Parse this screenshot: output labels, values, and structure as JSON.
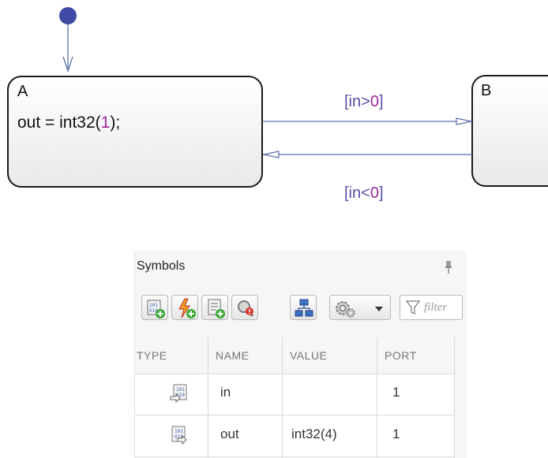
{
  "chart": {
    "states": [
      {
        "id": "A",
        "name": "A",
        "action_prefix": "out = int32(",
        "action_value": "1",
        "action_suffix": ");"
      },
      {
        "id": "B",
        "name": "B"
      }
    ],
    "transitions": [
      {
        "from": "A",
        "to": "B",
        "label_open": "[in>",
        "label_value": "0",
        "label_close": "]"
      },
      {
        "from": "B",
        "to": "A",
        "label_open": "[in<",
        "label_value": "0",
        "label_close": "]"
      }
    ],
    "colors": {
      "transition": "#5b6fa8",
      "default_dot": "#3f4aa5",
      "literal": "#a2289c",
      "condition": "#5a4ea8"
    }
  },
  "symbols_panel": {
    "title": "Symbols",
    "toolbar": {
      "buttons": [
        "add-data-icon",
        "add-event-icon",
        "add-message-icon",
        "resolve-undefined-icon",
        "hierarchy-icon",
        "settings-icon"
      ],
      "filter_placeholder": "filter"
    },
    "table": {
      "headers": [
        "TYPE",
        "NAME",
        "VALUE",
        "PORT"
      ],
      "rows": [
        {
          "type_icon": "input-data-icon",
          "name": "in",
          "value": "",
          "port": "1"
        },
        {
          "type_icon": "output-data-icon",
          "name": "out",
          "value": "int32(4)",
          "port": "1"
        }
      ]
    }
  }
}
